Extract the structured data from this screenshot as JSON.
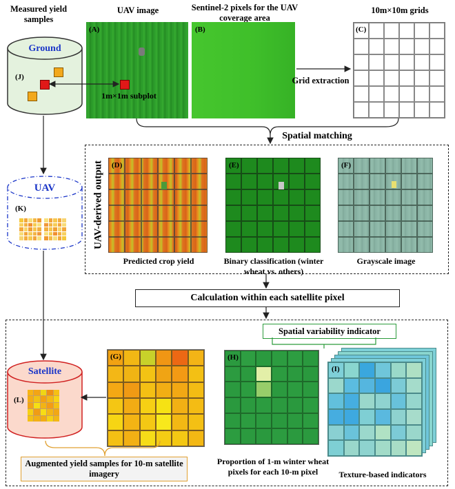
{
  "top": {
    "measured_yield": "Measured yield samples",
    "uav_image": "UAV image",
    "sentinel": "Sentinel-2 pixels for the UAV coverage area",
    "grids": "10m×10m grids",
    "grid_extraction": "Grid extraction",
    "subplot": "1m×1m subplot",
    "spatial_matching": "Spatial matching"
  },
  "cylinders": {
    "ground": "Ground",
    "uav": "UAV",
    "satellite": "Satellite"
  },
  "labels": {
    "A": "(A)",
    "B": "(B)",
    "C": "(C)",
    "D": "(D)",
    "E": "(E)",
    "F": "(F)",
    "G": "(G)",
    "H": "(H)",
    "I": "(I)",
    "J": "(J)",
    "K": "(K)",
    "L": "(L)"
  },
  "uav_output": {
    "title": "UAV-derived output",
    "predicted": "Predicted crop yield",
    "binary": "Binary classification (winter wheat vs. others)",
    "grayscale": "Grayscale image"
  },
  "calc": "Calculation within each satellite pixel",
  "bottom": {
    "spatial_indicator": "Spatial variability indicator",
    "augmented": "Augmented yield samples for 10-m satellite imagery",
    "proportion": "Proportion of 1-m winter wheat pixels for each 10-m pixel",
    "texture": "Texture-based indicators"
  },
  "colors": {
    "blue_text": "#1a35c8",
    "red_text": "#d01515",
    "green_field": "#1e8a1e",
    "bright_green": "#3fbf2a",
    "grayscale": "#88b2a3",
    "satellite_fill": "#fbd9cc",
    "ground_fill": "#e4f2de",
    "indicator_border": "#2a9a3a"
  },
  "grids": {
    "G": [
      "#f1a212",
      "#f2b714",
      "#c8d12a",
      "#f09614",
      "#ec6814",
      "#f3b416",
      "#f3b716",
      "#f0b414",
      "#f3c314",
      "#f0a414",
      "#f39a14",
      "#f3c014",
      "#f4a814",
      "#f09a14",
      "#f4c014",
      "#f2ae14",
      "#f2a814",
      "#f3bc14",
      "#f4c614",
      "#f2ac14",
      "#f6d014",
      "#f6e214",
      "#f2b014",
      "#f4bc14",
      "#f6d514",
      "#f3b414",
      "#f4c814",
      "#f8e81c",
      "#f3b814",
      "#f4c014",
      "#f4c014",
      "#f2b014",
      "#f6dc18",
      "#f4cc14",
      "#f4c814",
      "#f3b814"
    ],
    "H": [
      "#2b9a3f",
      "#2e9e42",
      "#2b9a3f",
      "#2c9c40",
      "#2d9d41",
      "#2a993e",
      "#2c9b40",
      "#2b9a3f",
      "#e3efa8",
      "#2c9c40",
      "#2b9a3f",
      "#2a993e",
      "#2b9a3f",
      "#2c9c40",
      "#97cd6a",
      "#2b9a3f",
      "#2c9c40",
      "#2b9a3f",
      "#2a993e",
      "#2b9a3f",
      "#2c9c40",
      "#2b9a3f",
      "#2a993e",
      "#2c9c40",
      "#2b9a3f",
      "#2c9c40",
      "#2b9a3f",
      "#2a993e",
      "#2b9a3f",
      "#2c9c40",
      "#2c9c40",
      "#2b9a3f",
      "#2a993e",
      "#2c9c40",
      "#2b9a3f",
      "#2b9a3f"
    ],
    "I": [
      "#7fd0d8",
      "#8ad6cf",
      "#3aa7de",
      "#6fc6da",
      "#9ad9c9",
      "#aee0c4",
      "#9bd8cc",
      "#5bbce0",
      "#55b6df",
      "#3aa5df",
      "#7ccbd6",
      "#a5dccb",
      "#62c0dc",
      "#46aee0",
      "#9ad7cb",
      "#8fd3d0",
      "#68c2db",
      "#96d6cd",
      "#46ade0",
      "#3ea9e0",
      "#7fcfd4",
      "#5ab9df",
      "#8ed2cf",
      "#a7dccb",
      "#8ad0d2",
      "#6ac3da",
      "#9bd8cc",
      "#b0e2c4",
      "#7ccbd6",
      "#9ad7cb",
      "#7ecfd4",
      "#9ad7cb",
      "#8ed3cf",
      "#a2dbc8",
      "#a8ddc6",
      "#bfe6c0"
    ],
    "L": [
      "#f7b414",
      "#f3a514",
      "#f0d614",
      "#ef8f14",
      "#f6c014",
      "#f4ad14",
      "#f2c214",
      "#f2a114",
      "#f4b814",
      "#f8d414",
      "#f1a414",
      "#f6e014",
      "#f2b414",
      "#f49c14",
      "#f4c214",
      "#f6cf14",
      "#f09c14",
      "#f8dd14",
      "#f4b614",
      "#f2a814",
      "#f4c014",
      "#f3b014",
      "#f2ac14",
      "#f6d214",
      "#f3b814"
    ],
    "K": [
      "#f5c83a",
      "#f2a83a",
      "#f7dd7a",
      "#f3b844",
      "#f09a30",
      "#f7d060",
      "#f3b040",
      "#f09030",
      "#f6cc50",
      "#f8e07c",
      "#f3a83a",
      "#f7d468",
      "#f0a034",
      "#f6c44c",
      "#f3b040",
      "#f8dc78",
      "#f2a43a",
      "#f6cc58",
      "#f3b444",
      "#f0983a",
      "#f7d470",
      "#f3ac3c",
      "#f6c850",
      "#f2a43a",
      "#f8e07c"
    ]
  }
}
